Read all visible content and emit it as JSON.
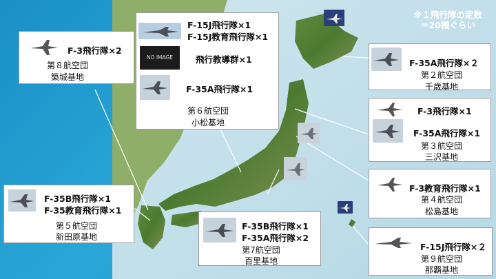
{
  "note": {
    "line1": "※１飛行隊の定数",
    "line2": "＝20機ぐらい"
  },
  "no_image_label": "NO IMAGE",
  "bases": {
    "tsuiki": {
      "units": [
        "F-3飛行隊×2"
      ],
      "wing": "第８航空団",
      "base": "築城基地"
    },
    "komatsu": {
      "units": [
        "F-15J飛行隊×1",
        "F-15J教育飛行隊×1",
        "飛行教導群×1",
        "F-35A飛行隊×1"
      ],
      "wing": "第６航空団",
      "base": "小松基地"
    },
    "chitose": {
      "units": [
        "F-35A飛行隊×２"
      ],
      "wing": "第２航空団",
      "base": "千歳基地"
    },
    "misawa": {
      "units": [
        "F-3飛行隊×1",
        "F-35A飛行隊×1"
      ],
      "wing": "第３航空団",
      "base": "三沢基地"
    },
    "matsushima": {
      "units": [
        "F-3教育飛行隊×1"
      ],
      "wing": "第４航空団",
      "base": "松島基地"
    },
    "nyutabaru": {
      "units": [
        "F-35B飛行隊×1",
        "F-35教育飛行隊×1"
      ],
      "wing": "第５航空団",
      "base": "新田原基地"
    },
    "hyakuri": {
      "units": [
        "F-35B飛行隊×1",
        "F-35A飛行隊×2"
      ],
      "wing": "第7航空団",
      "base": "百里基地"
    },
    "naha": {
      "units": [
        "F-15J飛行隊×２"
      ],
      "wing": "第９航空団",
      "base": "那覇基地"
    }
  }
}
